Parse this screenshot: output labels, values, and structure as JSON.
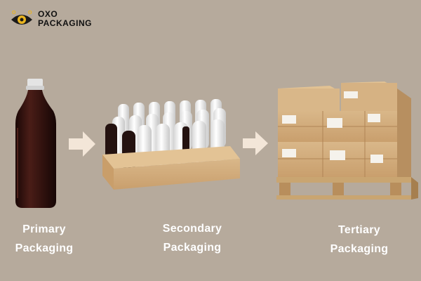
{
  "brand": {
    "name_line1": "OXO",
    "name_line2": "PACKAGING",
    "logo_letters": "OXO",
    "logo_icon": "eye-logo-icon"
  },
  "stages": [
    {
      "line1": "Primary",
      "line2": "Packaging"
    },
    {
      "line1": "Secondary",
      "line2": "Packaging"
    },
    {
      "line1": "Tertiary",
      "line2": "Packaging"
    }
  ],
  "colors": {
    "background": "#b6aa9c",
    "arrow": "#f3e6d8",
    "label_text": "#ffffff",
    "logo_accent": "#e9b420",
    "bottle_dark": "#2a0f0d",
    "carton": "#d6b485"
  },
  "icons": [
    "eye-logo-icon",
    "arrow-right-icon"
  ]
}
